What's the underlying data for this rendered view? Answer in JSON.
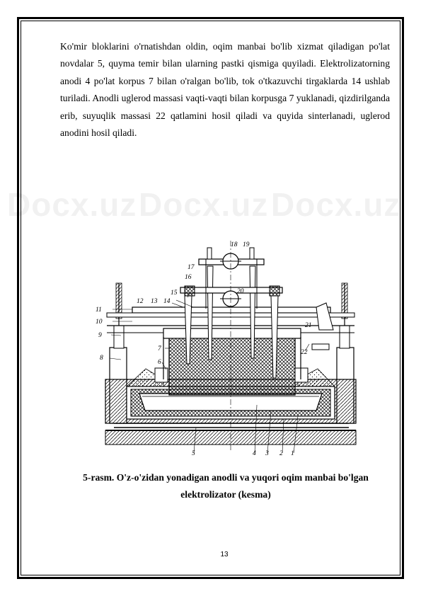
{
  "watermark": "Docx.uz",
  "body_text": "Ko'mir bloklarini o'rnatishdan oldin, oqim manbai bo'lib xizmat qiladigan po'lat novdalar 5, quyma temir bilan ularning pastki qismiga quyiladi.  Elektrolizatorning anodi 4 po'lat korpus 7 bilan o'ralgan bo'lib, tok o'tkazuvchi tirgaklarda 14 ushlab turiladi. Anodli uglerod massasi vaqti-vaqti bilan korpusga 7 yuklanadi, qizdirilganda erib, suyuqlik massasi 22 qatlamini hosil qiladi va quyida sinterlanadi, uglerod anodini hosil qiladi.",
  "figure": {
    "labels": {
      "l1": "1",
      "l2": "2",
      "l3": "3",
      "l4": "4",
      "l5": "5",
      "l6": "6",
      "l7": "7",
      "l8": "8",
      "l9": "9",
      "l10": "10",
      "l11": "11",
      "l12": "12",
      "l13": "13",
      "l14": "14",
      "l15": "15",
      "l16": "16",
      "l17": "17",
      "l18": "18",
      "l19": "19",
      "l20": "20",
      "l21": "21",
      "l22": "22"
    }
  },
  "caption_line1": "5-rasm. O'z-o'zidan yonadigan anodli va yuqori oqim manbai bo'lgan",
  "caption_line2": "elektrolizator (kesma)",
  "page_number": "13"
}
